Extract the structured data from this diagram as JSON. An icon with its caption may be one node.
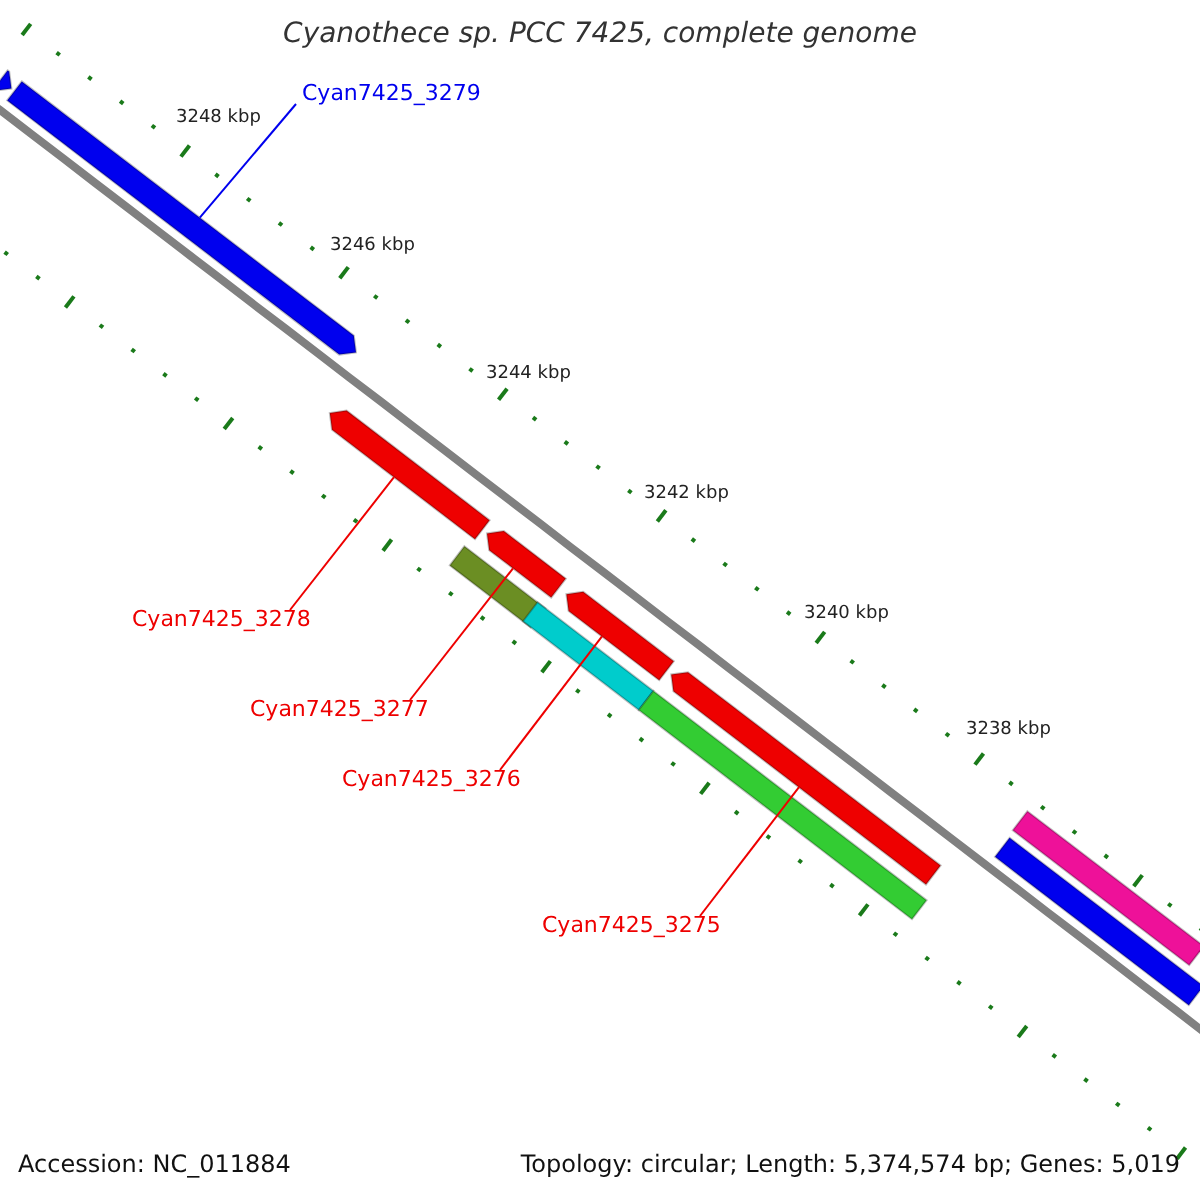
{
  "diagram": {
    "title": "Cyanothece sp. PCC 7425, complete genome",
    "nodes": [
      {
        "text": [
          "Cyan7425_3279"
        ]
      },
      {
        "text": [],
        "shape": "arrow"
      },
      {
        "text": [],
        "shape": "arrow"
      },
      {
        "text": [],
        "shape": "arrow"
      },
      {
        "text": [
          "Cyan7425_3278"
        ]
      },
      {
        "text": [],
        "shape": "arrow"
      },
      {
        "text": [],
        "shape": "bar"
      },
      {
        "text": [
          "Cyan7425_3277"
        ]
      },
      {
        "text": [],
        "shape": "arrow"
      },
      {
        "text": [],
        "shape": "bar"
      },
      {
        "text": [
          "Cyan7425_3276"
        ]
      },
      {
        "text": [],
        "shape": "arrow"
      },
      {
        "text": [],
        "shape": "bar"
      },
      {
        "text": [
          "Cyan7425_3275"
        ]
      },
      {
        "text": [],
        "shape": "arrow"
      },
      {
        "text": [],
        "shape": "arrow"
      }
    ],
    "edges": [
      {
        "from": 0,
        "to": 2,
        "arrow": "none",
        "color": "#0000ee"
      },
      {
        "from": 4,
        "to": 3,
        "arrow": "none"
      },
      {
        "from": 7,
        "to": 5,
        "arrow": "none"
      },
      {
        "from": 10,
        "to": 8,
        "arrow": "none"
      },
      {
        "from": 13,
        "to": 11,
        "arrow": "none"
      }
    ],
    "labels": [
      "3248 kbp",
      "3246 kbp",
      "3244 kbp",
      "3242 kbp",
      "3240 kbp",
      "3238 kbp",
      "Accession: NC_011884",
      "Topology: circular; Length: 5,374,574 bp; Genes: 5,019"
    ]
  }
}
